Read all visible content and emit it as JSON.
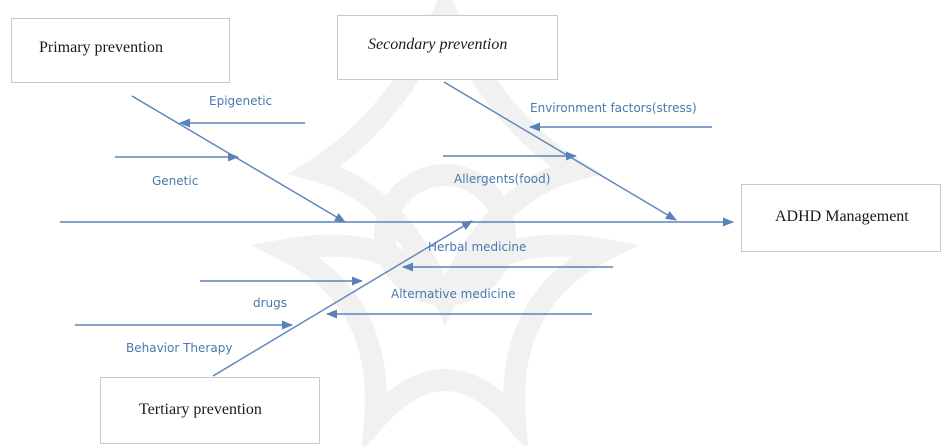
{
  "diagram": {
    "outcome": "ADHD Management",
    "categories": {
      "primary": "Primary prevention",
      "secondary": "Secondary prevention",
      "tertiary": "Tertiary prevention"
    },
    "causes": {
      "epigenetic": "Epigenetic",
      "genetic": "Genetic",
      "environment": "Environment factors(stress)",
      "allergens": "Allergents(food)",
      "herbal": "Herbal medicine",
      "alternative": "Alternative medicine",
      "drugs": "drugs",
      "behavior": "Behavior Therapy"
    },
    "colors": {
      "line": "#5b82b8",
      "text": "#4a78b0",
      "box_border": "#c8c8c8",
      "watermark": "#d8d8d8"
    }
  }
}
